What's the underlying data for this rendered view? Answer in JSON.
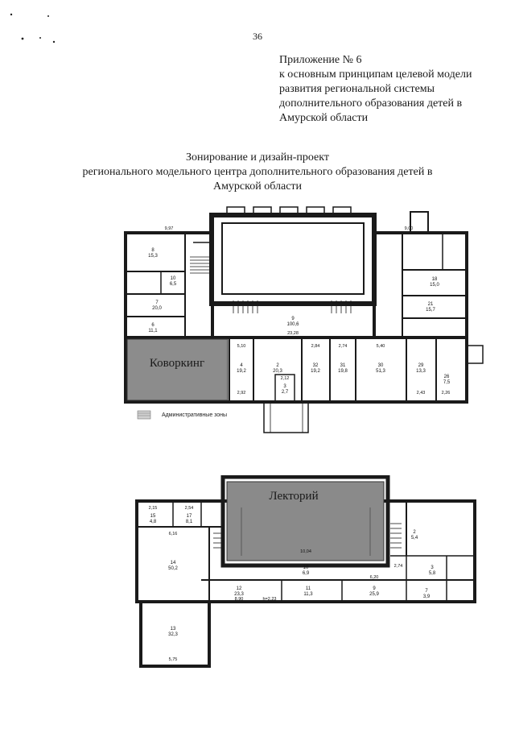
{
  "page_number": "36",
  "appendix": {
    "lines": [
      "Приложение № 6",
      "к основным принципам целевой модели",
      "развития региональной системы",
      "дополнительного образования детей в",
      "Амурской области"
    ]
  },
  "title": {
    "lines": [
      "Зонирование и дизайн-проект",
      "регионального модельного центра дополнительного образования детей в",
      "Амурской области"
    ]
  },
  "plan1": {
    "zone_label": "Коворкинг",
    "rooms": [
      {
        "num": "9",
        "area": "100,6"
      },
      {
        "num": "4",
        "area": "19,2"
      },
      {
        "num": "2",
        "area": "20,3"
      },
      {
        "num": "32",
        "area": "19,2"
      },
      {
        "num": "31",
        "area": "19,8"
      },
      {
        "num": "30",
        "area": "51,3"
      },
      {
        "num": "29",
        "area": "13,3"
      },
      {
        "num": "8",
        "area": "15,3"
      },
      {
        "num": "7",
        "area": "20,0"
      },
      {
        "num": "6",
        "area": "11,1"
      },
      {
        "num": "10",
        "area": "6,5"
      },
      {
        "num": "18",
        "area": "15,0"
      },
      {
        "num": "21",
        "area": "15,7"
      },
      {
        "num": "26",
        "area": "7,5"
      },
      {
        "num": "3",
        "area": "2,7"
      }
    ],
    "dims": [
      "9,97",
      "23,28",
      "9,00",
      "5,10",
      "2,84",
      "2,74",
      "5,40",
      "2,12",
      "2,43",
      "2,92",
      "2,26"
    ]
  },
  "legend": {
    "label": "Административные зоны"
  },
  "plan2": {
    "zone_label": "Лекторий",
    "rooms": [
      {
        "num": "14",
        "area": "50,2"
      },
      {
        "num": "13",
        "area": "32,3"
      },
      {
        "num": "12",
        "area": "23,3"
      },
      {
        "num": "11",
        "area": "11,3"
      },
      {
        "num": "9",
        "area": "25,9"
      },
      {
        "num": "10",
        "area": "6,9"
      },
      {
        "num": "15",
        "area": "4,8"
      },
      {
        "num": "17",
        "area": "8,1"
      },
      {
        "num": "3",
        "area": "5,8"
      },
      {
        "num": "7",
        "area": "3,9"
      },
      {
        "num": "2",
        "area": "5,4"
      }
    ],
    "dims": [
      "2,15",
      "2,54",
      "6,16",
      "6,20",
      "8,90",
      "10,04",
      "5,75",
      "2,74",
      "h=2,23"
    ]
  }
}
